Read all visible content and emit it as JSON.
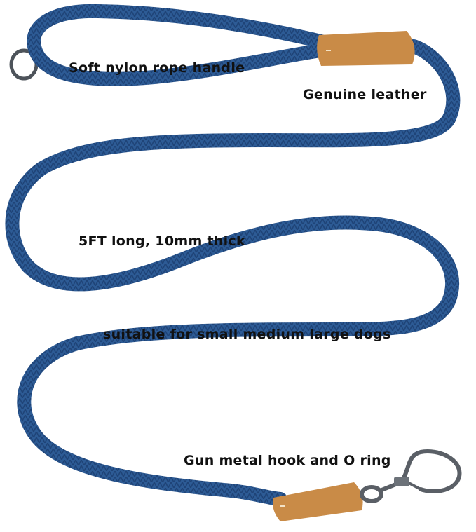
{
  "labels": {
    "handle": "Soft nylon rope handle",
    "leather": "Genuine leather",
    "length": "5FT long, 10mm thick",
    "suitable": "suitable for small medium large dogs",
    "hook": "Gun metal hook and O ring"
  },
  "colors": {
    "rope": "#2d5b95",
    "rope_dark": "#1f4478",
    "leather": "#c98b47",
    "metal": "#5a5f66"
  },
  "icons": [
    "rope-leash",
    "leather-sleeve",
    "o-ring",
    "snap-hook"
  ]
}
